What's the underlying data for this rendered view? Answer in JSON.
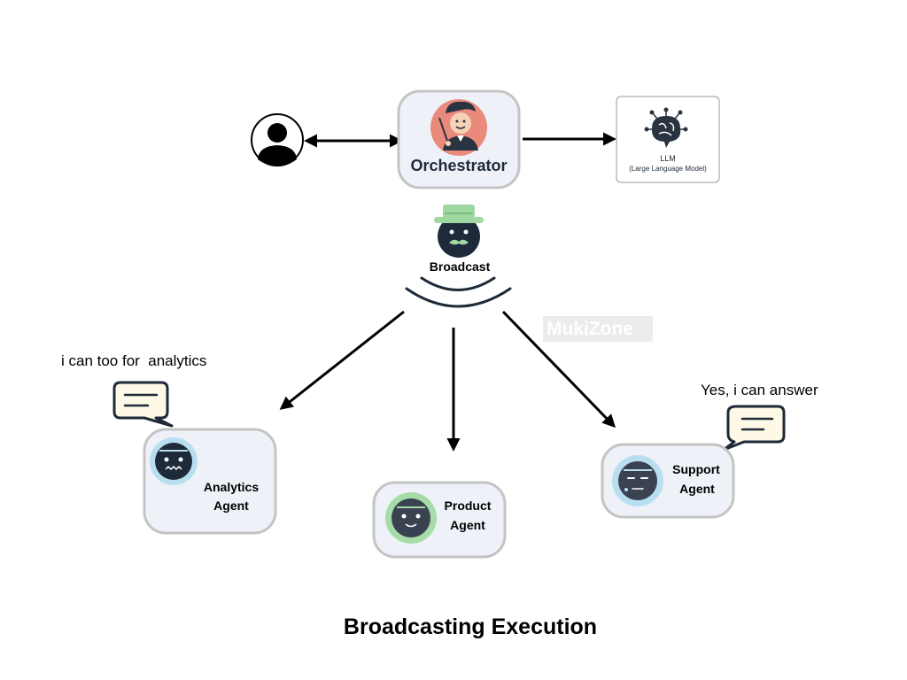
{
  "orchestrator": {
    "label": "Orchestrator"
  },
  "llm": {
    "title": "LLM",
    "subtitle": "(Large Language Model)"
  },
  "broadcast": {
    "label": "Broadcast"
  },
  "watermark": {
    "text": "MukiZone"
  },
  "agents": {
    "analytics": {
      "line1": "Analytics",
      "line2": "Agent",
      "speech": "i can too for  analytics"
    },
    "product": {
      "line1": "Product",
      "line2": "Agent"
    },
    "support": {
      "line1": "Support",
      "line2": "Agent",
      "speech": "Yes, i can answer"
    }
  },
  "footer": {
    "title": "Broadcasting Execution"
  },
  "colors": {
    "ink": "#1e2a3a",
    "node_fill": "#eef2f8",
    "node_border": "#c4c4c4",
    "orchestrator_avatar": "#e98a7d",
    "hat_green": "#9fd8a0",
    "analytics_ring": "#b9def0",
    "product_ring": "#a6dca8",
    "support_ring": "#b9def0",
    "bubble_fill": "#fdf9e6"
  }
}
